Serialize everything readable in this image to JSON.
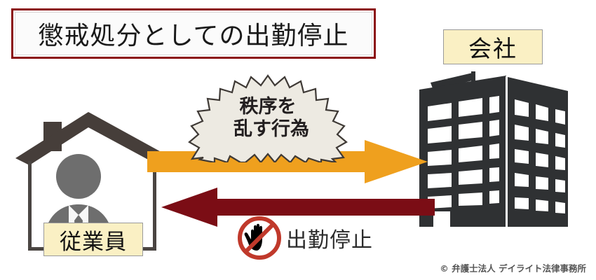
{
  "title": {
    "text": "懲戒処分としての出勤停止",
    "border_color": "#8B1012"
  },
  "nodes": {
    "company": {
      "label": "会社",
      "icon": "office-building-icon",
      "label_bg": "#FAF0C4"
    },
    "employee": {
      "label": "従業員",
      "icon": "house-with-person-icon",
      "label_bg": "#FAF0C4"
    }
  },
  "flows": {
    "to_company": {
      "burst_line_1": "秩序を",
      "burst_line_2": "乱す行為",
      "arrow_color": "#EFA01E",
      "burst_fill": "#EDEAE2",
      "burst_stroke": "#3f3a36"
    },
    "to_employee": {
      "caption": "出勤停止",
      "icon": "no-entry-hand-icon",
      "arrow_color": "#7B0D15",
      "prohibition_color": "#C0392B"
    }
  },
  "credit": {
    "text": "© 弁護士法人 デイライト法律事務所"
  }
}
